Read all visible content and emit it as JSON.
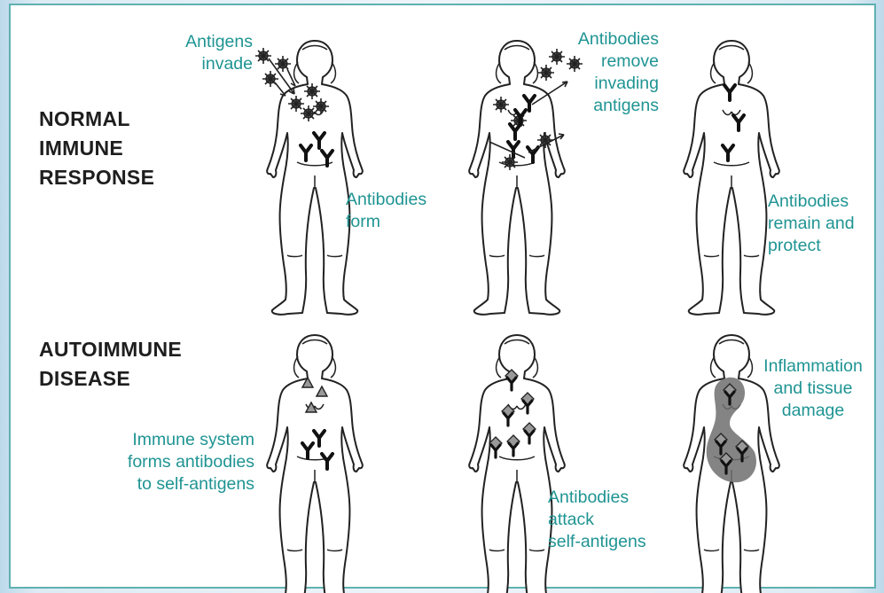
{
  "rows": [
    {
      "heading": "NORMAL\nIMMUNE\nRESPONSE",
      "steps": [
        {
          "captions": [
            "Antigens\ninvade",
            "Antibodies\nform"
          ]
        },
        {
          "captions": [
            "Antibodies\nremove\ninvading\nantigens"
          ]
        },
        {
          "captions": [
            "Antibodies\nremain and\nprotect"
          ]
        }
      ]
    },
    {
      "heading": "AUTOIMMUNE\nDISEASE",
      "steps": [
        {
          "captions": [
            "Immune system\nforms antibodies\nto self-antigens"
          ]
        },
        {
          "captions": [
            "Antibodies\nattack\nself-antigens"
          ]
        },
        {
          "captions": [
            "Inflammation\nand tissue\ndamage"
          ]
        }
      ]
    }
  ],
  "colors": {
    "caption": "#1f9493",
    "heading": "#1e1e1e",
    "border": "#5fb1b0",
    "line": "#222222",
    "inflammation": "#6e6e6e"
  },
  "icons": [
    "human-figure",
    "antigen-virus-icon",
    "antibody-y-icon",
    "self-antigen-triangle-icon",
    "arrow-icon"
  ]
}
